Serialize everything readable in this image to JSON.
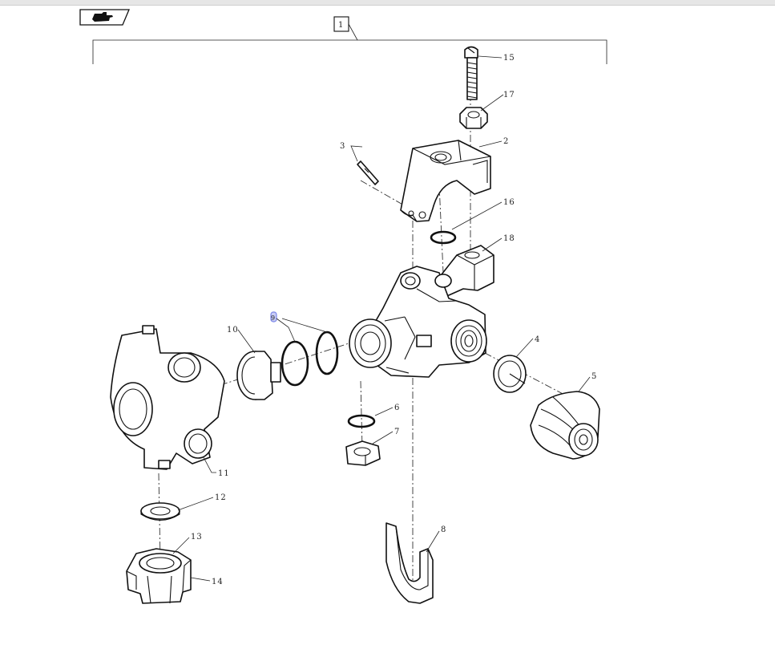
{
  "assembly_number": "1",
  "navigation": {
    "icon": "hand-pointer-icon"
  },
  "callouts": [
    {
      "id": "c15",
      "label": "15"
    },
    {
      "id": "c17",
      "label": "17"
    },
    {
      "id": "c2",
      "label": "2"
    },
    {
      "id": "c3",
      "label": "3"
    },
    {
      "id": "c16",
      "label": "16"
    },
    {
      "id": "c18",
      "label": "18"
    },
    {
      "id": "c9",
      "label": "9"
    },
    {
      "id": "c10",
      "label": "10"
    },
    {
      "id": "c4",
      "label": "4"
    },
    {
      "id": "c5",
      "label": "5"
    },
    {
      "id": "c6",
      "label": "6"
    },
    {
      "id": "c7",
      "label": "7"
    },
    {
      "id": "c11",
      "label": "11"
    },
    {
      "id": "c12",
      "label": "12"
    },
    {
      "id": "c13",
      "label": "13"
    },
    {
      "id": "c14",
      "label": "14"
    },
    {
      "id": "c8",
      "label": "8"
    }
  ],
  "colors": {
    "highlight": "#7b86e8",
    "line": "#111111"
  }
}
